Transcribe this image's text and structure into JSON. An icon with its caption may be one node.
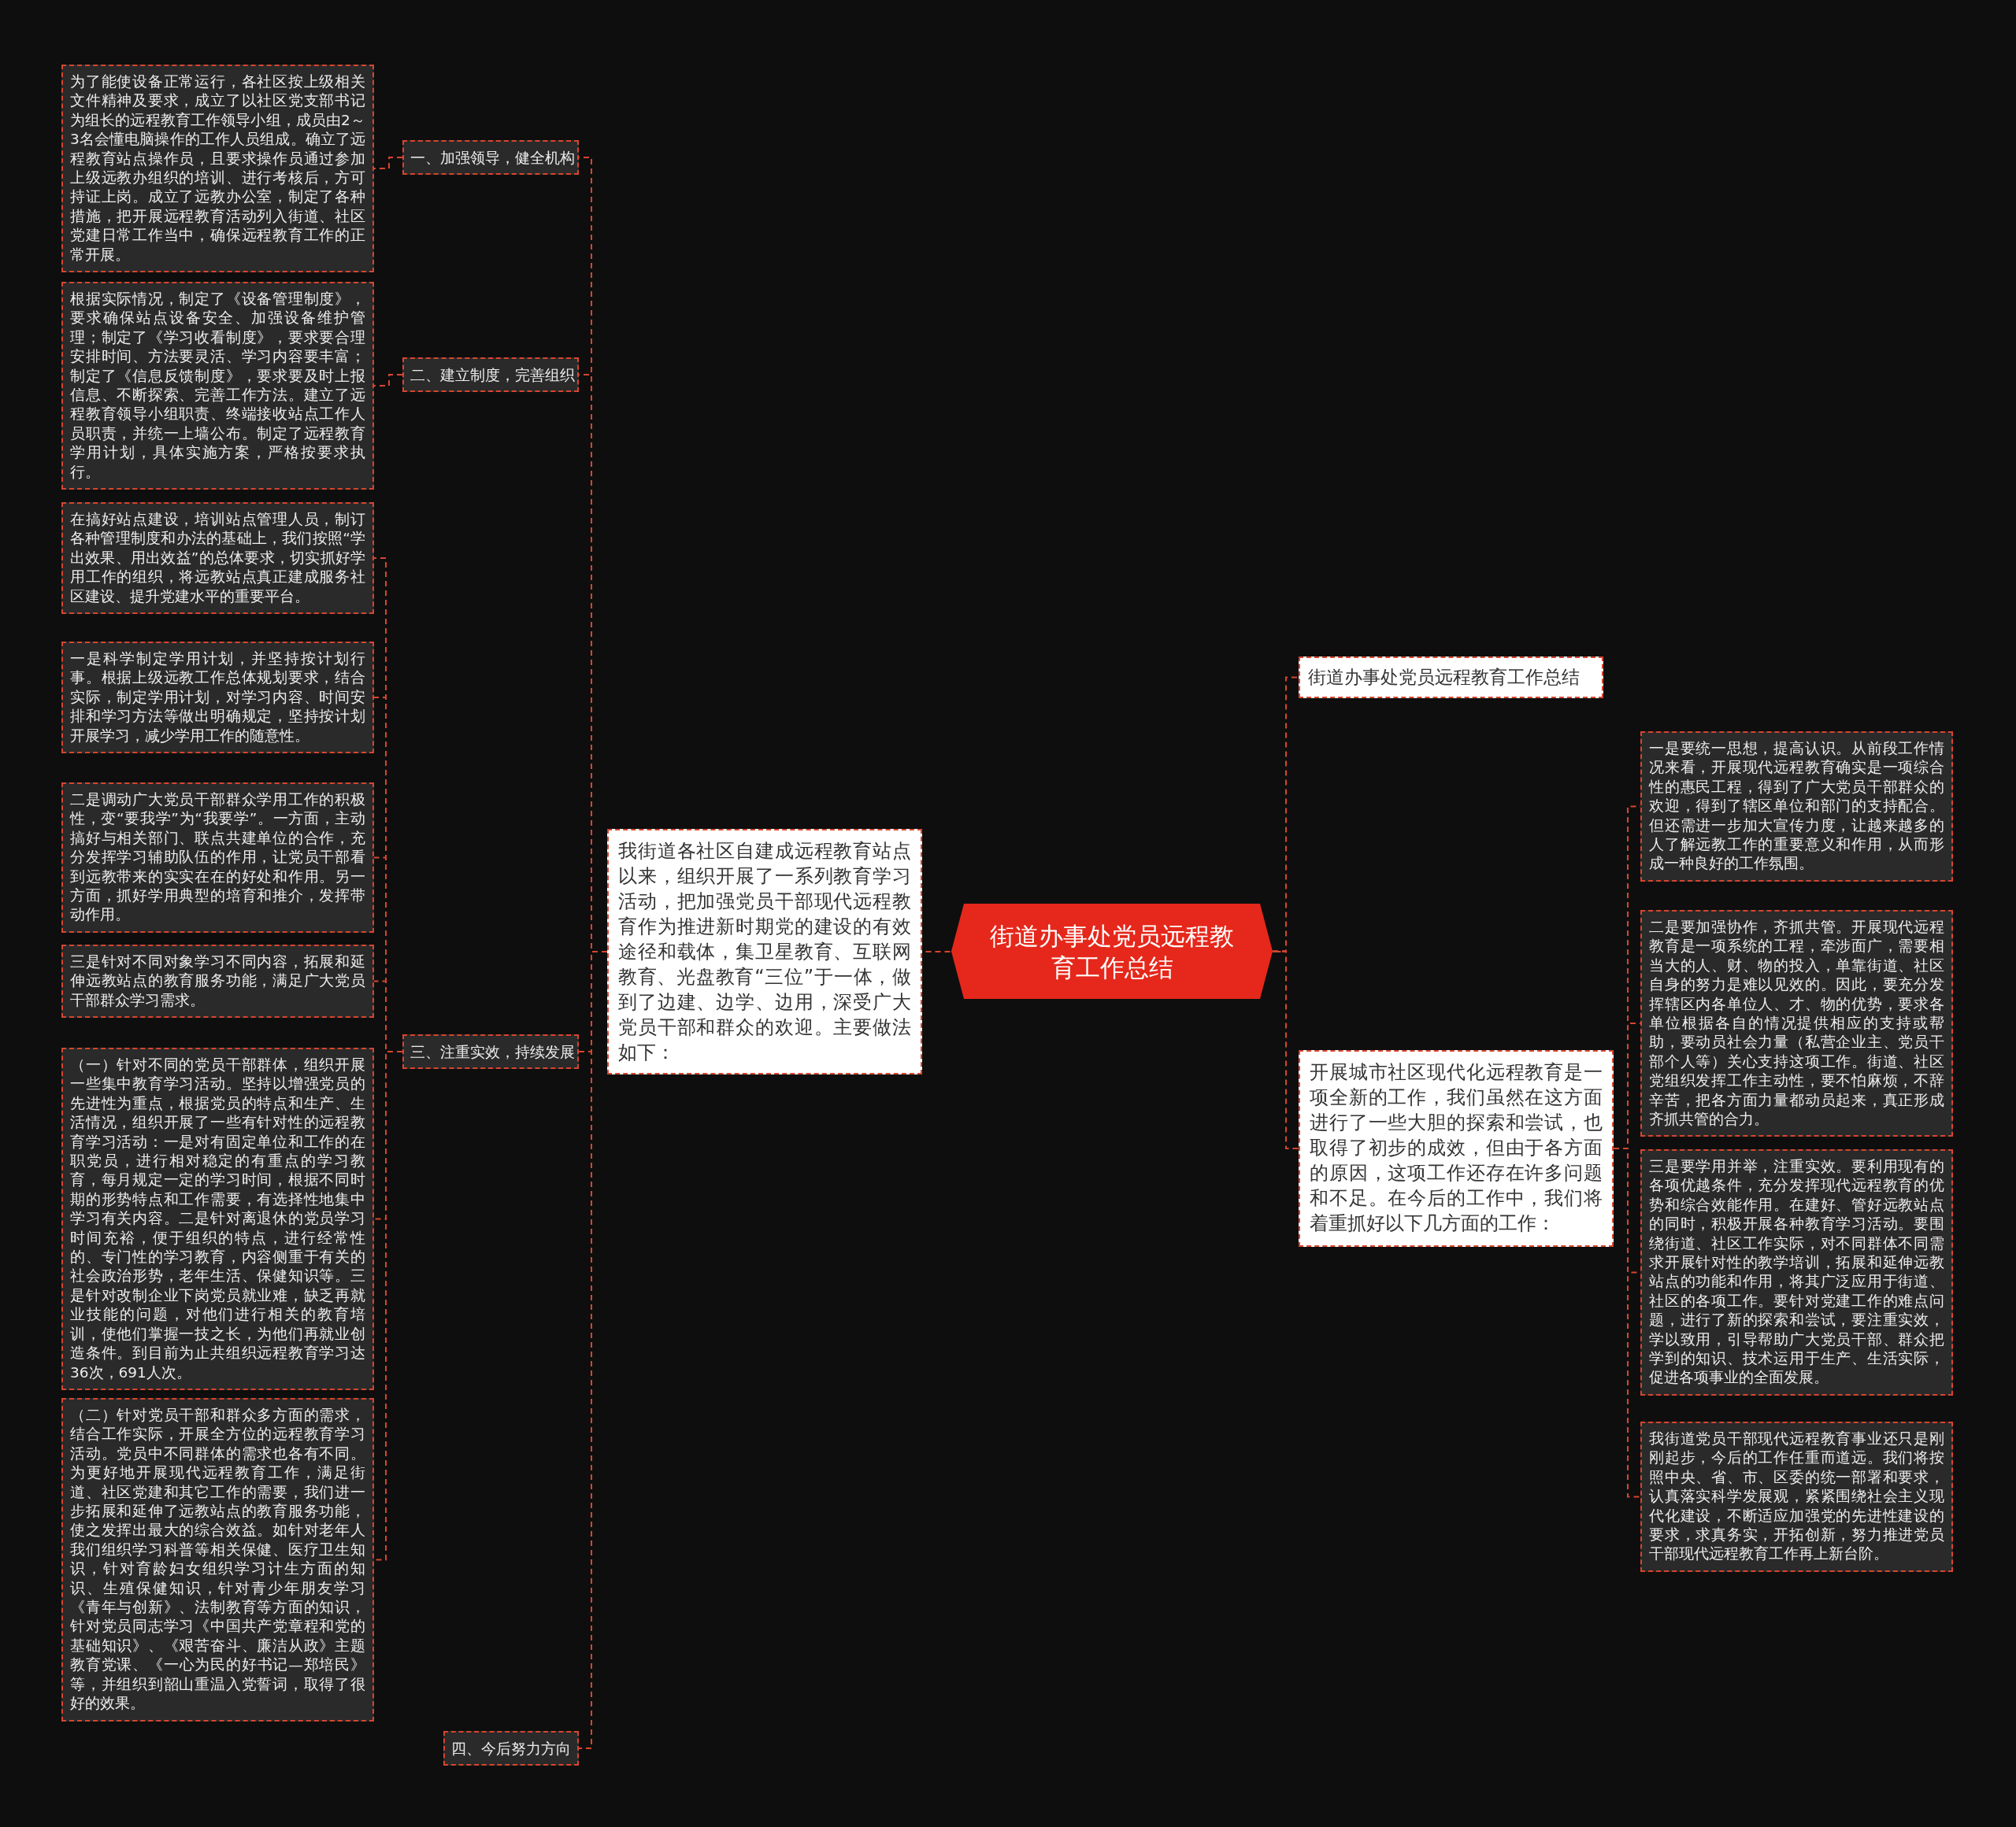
{
  "diagram": {
    "nodes": [
      {
        "text": [
          "街道办事处党员远程教育工作总结"
        ]
      },
      {
        "text": [
          "我街道各社区自建成远程教育站点以来，组织开展了一系列教育学习活动，把加强党员干部现代远程教育作为推进新时期党的建设的有效途径和载体，集卫星教育、互联网教育、光盘教育“三位”于一体，做到了边建、边学、边用，深受广大党员干部和群众的欢迎。主要做法如下："
        ]
      },
      {
        "text": [
          "一、加强领导，健全机构"
        ]
      },
      {
        "text": [
          "为了能使设备正常运行，各社区按上级相关文件精神及要求，成立了以社区党支部书记为组长的远程教育工作领导小组，成员由2～3名会懂电脑操作的工作人员组成。确立了远程教育站点操作员，且要求操作员通过参加上级远教办组织的培训、进行考核后，方可持证上岗。成立了远教办公室，制定了各种措施，把开展远程教育活动列入街道、社区党建日常工作当中，确保远程教育工作的正常开展。"
        ]
      },
      {
        "text": [
          "二、建立制度，完善组织"
        ]
      },
      {
        "text": [
          "根据实际情况，制定了《设备管理制度》，要求确保站点设备安全、加强设备维护管理；制定了《学习收看制度》，要求要合理安排时间、方法要灵活、学习内容要丰富；制定了《信息反馈制度》，要求要及时上报信息、不断探索、完善工作方法。建立了远程教育领导小组职责、终端接收站点工作人员职责，并统一上墙公布。制定了远程教育学用计划，具体实施方案，严格按要求执行。"
        ]
      },
      {
        "text": [
          "三、注重实效，持续发展"
        ]
      },
      {
        "text": [
          "在搞好站点建设，培训站点管理人员，制订各种管理制度和办法的基础上，我们按照“学出效果、用出效益”的总体要求，切实抓好学用工作的组织，将远教站点真正建成服务社区建设、提升党建水平的重要平台。"
        ]
      },
      {
        "text": [
          "一是科学制定学用计划，并坚持按计划行事。根据上级远教工作总体规划要求，结合实际，制定学用计划，对学习内容、时间安排和学习方法等做出明确规定，坚持按计划开展学习，减少学用工作的随意性。"
        ]
      },
      {
        "text": [
          "二是调动广大党员干部群众学用工作的积极性，变“要我学”为“我要学”。一方面，主动搞好与相关部门、联点共建单位的合作，充分发挥学习辅助队伍的作用，让党员干部看到远教带来的实实在在的好处和作用。另一方面，抓好学用典型的培育和推介，发挥带动作用。"
        ]
      },
      {
        "text": [
          "三是针对不同对象学习不同内容，拓展和延伸远教站点的教育服务功能，满足广大党员干部群众学习需求。"
        ]
      },
      {
        "text": [
          "（一）针对不同的党员干部群体，组织开展一些集中教育学习活动。坚持以增强党员的先进性为重点，根据党员的特点和生产、生活情况，组织开展了一些有针对性的远程教育学习活动：一是对有固定单位和工作的在职党员，进行相对稳定的有重点的学习教育，每月规定一定的学习时间，根据不同时期的形势特点和工作需要，有选择性地集中学习有关内容。二是针对离退休的党员学习时间充裕，便于组织的特点，进行经常性的、专门性的学习教育，内容侧重于有关的社会政治形势，老年生活、保健知识等。三是针对改制企业下岗党员就业难，缺乏再就业技能的问题，对他们进行相关的教育培训，使他们掌握一技之长，为他们再就业创造条件。到目前为止共组织远程教育学习达36次，691人次。"
        ]
      },
      {
        "text": [
          "（二）针对党员干部和群众多方面的需求，结合工作实际，开展全方位的远程教育学习活动。党员中不同群体的需求也各有不同。为更好地开展现代远程教育工作，满足街道、社区党建和其它工作的需要，我们进一步拓展和延伸了远教站点的教育服务功能，使之发挥出最大的综合效益。如针对老年人我们组织学习科普等相关保健、医疗卫生知识，针对育龄妇女组织学习计生方面的知识、生殖保健知识，针对青少年朋友学习《青年与创新》、法制教育等方面的知识，针对党员同志学习《中国共产党章程和党的基础知识》、《艰苦奋斗、廉洁从政》主题教育党课、《一心为民的好书记—郑培民》等，并组织到韶山重温入党誓词，取得了很好的效果。"
        ]
      },
      {
        "text": [
          "四、今后努力方向"
        ]
      },
      {
        "text": [
          "街道办事处党员远程教育工作总结"
        ]
      },
      {
        "text": [
          "开展城市社区现代化远程教育是一项全新的工作，我们虽然在这方面进行了一些大胆的探索和尝试，也取得了初步的成效，但由于各方面的原因，这项工作还存在许多问题和不足。在今后的工作中，我们将着重抓好以下几方面的工作："
        ]
      },
      {
        "text": [
          "一是要统一思想，提高认识。从前段工作情况来看，开展现代远程教育确实是一项综合性的惠民工程，得到了广大党员干部群众的欢迎，得到了辖区单位和部门的支持配合。但还需进一步加大宣传力度，让越来越多的人了解远教工作的重要意义和作用，从而形成一种良好的工作氛围。"
        ]
      },
      {
        "text": [
          "二是要加强协作，齐抓共管。开展现代远程教育是一项系统的工程，牵涉面广，需要相当大的人、财、物的投入，单靠街道、社区自身的努力是难以见效的。因此，要充分发挥辖区内各单位人、才、物的优势，要求各单位根据各自的情况提供相应的支持或帮助，要动员社会力量（私营企业主、党员干部个人等）关心支持这项工作。街道、社区党组织发挥工作主动性，要不怕麻烦，不辞辛苦，把各方面力量都动员起来，真正形成齐抓共管的合力。"
        ]
      },
      {
        "text": [
          "三是要学用并举，注重实效。要利用现有的各项优越条件，充分发挥现代远程教育的优势和综合效能作用。在建好、管好远教站点的同时，积极开展各种教育学习活动。要围绕街道、社区工作实际，对不同群体不同需求开展针对性的教学培训，拓展和延伸远教站点的功能和作用，将其广泛应用于街道、社区的各项工作。要针对党建工作的难点问题，进行了新的探索和尝试，要注重实效，学以致用，引导帮助广大党员干部、群众把学到的知识、技术运用于生产、生活实际，促进各项事业的全面发展。"
        ]
      },
      {
        "text": [
          "我街道党员干部现代远程教育事业还只是刚刚起步，今后的工作任重而道远。我们将按照中央、省、市、区委的统一部署和要求，认真落实科学发展观，紧紧围绕社会主义现代化建设，不断适应加强党的先进性建设的要求，求真务实，开拓创新，努力推进党员干部现代远程教育工作再上新台阶。"
        ]
      }
    ],
    "edges": [
      {
        "from": 0,
        "to": 1,
        "arrow": "none"
      },
      {
        "from": 1,
        "to": 2,
        "arrow": "none"
      },
      {
        "from": 2,
        "to": 3,
        "arrow": "none"
      },
      {
        "from": 1,
        "to": 4,
        "arrow": "none"
      },
      {
        "from": 4,
        "to": 5,
        "arrow": "none"
      },
      {
        "from": 1,
        "to": 6,
        "arrow": "none"
      },
      {
        "from": 6,
        "to": 7,
        "arrow": "none"
      },
      {
        "from": 6,
        "to": 8,
        "arrow": "none"
      },
      {
        "from": 6,
        "to": 9,
        "arrow": "none"
      },
      {
        "from": 6,
        "to": 10,
        "arrow": "none"
      },
      {
        "from": 6,
        "to": 11,
        "arrow": "none"
      },
      {
        "from": 6,
        "to": 12,
        "arrow": "none"
      },
      {
        "from": 1,
        "to": 13,
        "arrow": "none"
      },
      {
        "from": 0,
        "to": 14,
        "arrow": "none"
      },
      {
        "from": 0,
        "to": 15,
        "arrow": "none"
      },
      {
        "from": 15,
        "to": 16,
        "arrow": "none"
      },
      {
        "from": 15,
        "to": 17,
        "arrow": "none"
      },
      {
        "from": 15,
        "to": 18,
        "arrow": "none"
      },
      {
        "from": 15,
        "to": 19,
        "arrow": "none"
      }
    ]
  }
}
